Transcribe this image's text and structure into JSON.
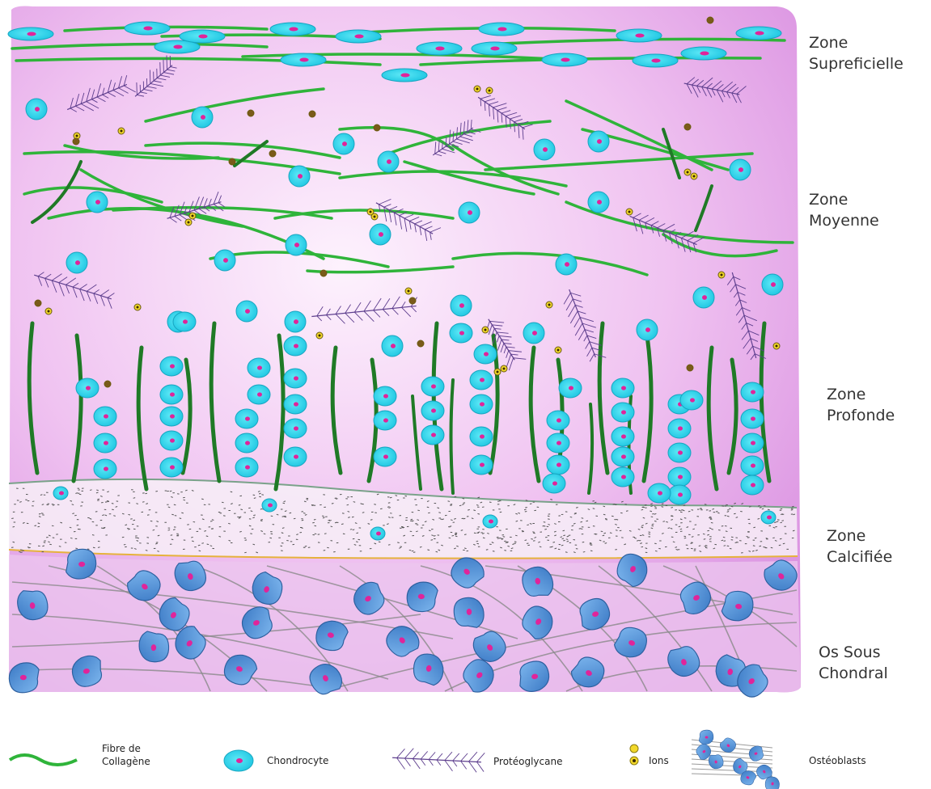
{
  "zones": [
    {
      "id": "superficielle",
      "label": "Zone\nSupreficielle"
    },
    {
      "id": "moyenne",
      "label": "Zone\nMoyenne"
    },
    {
      "id": "profonde",
      "label": "Zone\nProfonde"
    },
    {
      "id": "calcifiee",
      "label": "Zone\nCalcifiée"
    },
    {
      "id": "os",
      "label": "Os Sous\nChondral"
    }
  ],
  "legend": {
    "fibre": "Fibre de\nCollagène",
    "chondrocyte": "Chondrocyte",
    "proteoglycane": "Protéoglycane",
    "ions": "Ions",
    "osteoblasts": "Ostéoblasts"
  },
  "colors": {
    "matrix_edge": "#e29ae6",
    "matrix_center": "#fbe9fb",
    "collagen": "#2fb43a",
    "collagen_dark": "#1f7a26",
    "chondrocyte": "#27d5ec",
    "nucleus": "#e0249a",
    "proteoglycan": "#5e3f8e",
    "ion": "#d9c21a",
    "osteoblast": "#4a8fd8",
    "bone_line": "#8a8a8a",
    "tidemark": "#e6b23c"
  }
}
